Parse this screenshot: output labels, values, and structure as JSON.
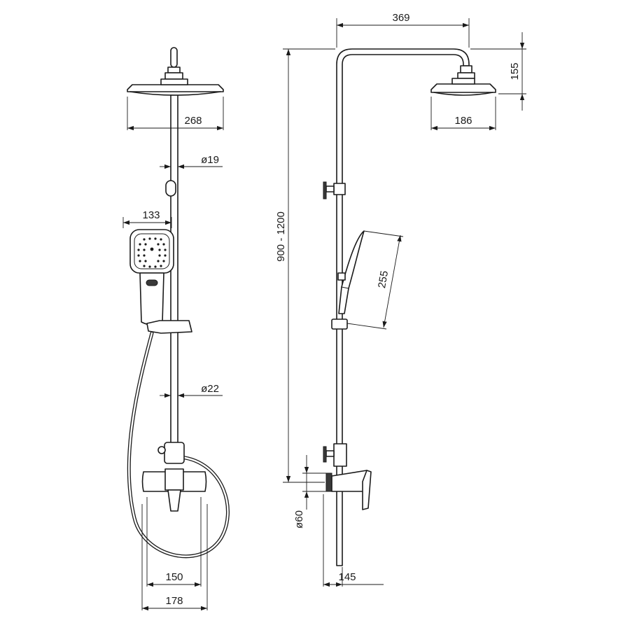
{
  "dimensions": {
    "head_width_front": "268",
    "pipe_diameter": "ø19",
    "hand_shower_width": "133",
    "lower_pipe_diameter": "ø22",
    "mixer_spacing": "150",
    "mixer_width": "178",
    "arm_reach": "369",
    "head_drop": "155",
    "head_width_side": "186",
    "total_height": "900 - 1200",
    "hand_shower_length": "255",
    "mixer_diameter": "ø60",
    "wall_offset": "145"
  },
  "colors": {
    "line": "#1a1a1a",
    "background": "#ffffff"
  }
}
